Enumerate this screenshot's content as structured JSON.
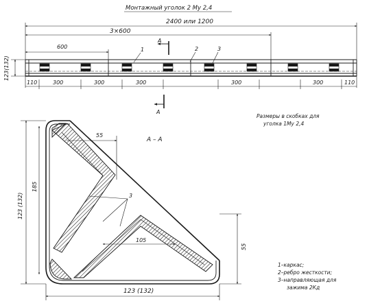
{
  "title": "Монтажный уголок 2 Му 2,4",
  "top_view": {
    "overall": "2400 или 1200",
    "span": "3×600",
    "pitch": "600",
    "bottom_dims": [
      "110",
      "300",
      "300",
      "300",
      "300",
      "300",
      "110"
    ],
    "height_label": "123(132)",
    "callouts": [
      "1",
      "2",
      "3"
    ],
    "section_mark": "А"
  },
  "note_sizes": {
    "line1": "Размеры в скобках для",
    "line2": "уголка 1Му 2,4"
  },
  "section": {
    "label": "А – А",
    "dim_55_top": "55",
    "callout": "3",
    "dim_105": "105",
    "dim_55_right": "55",
    "dim_185": "185",
    "dim_height": "123 (132)",
    "dim_width": "123 (132)"
  },
  "legend": {
    "item1": "1–каркас;",
    "item2": "2–ребро жесткости;",
    "item3": "3–направляющая для",
    "item3b": "зажима  2Кд"
  }
}
